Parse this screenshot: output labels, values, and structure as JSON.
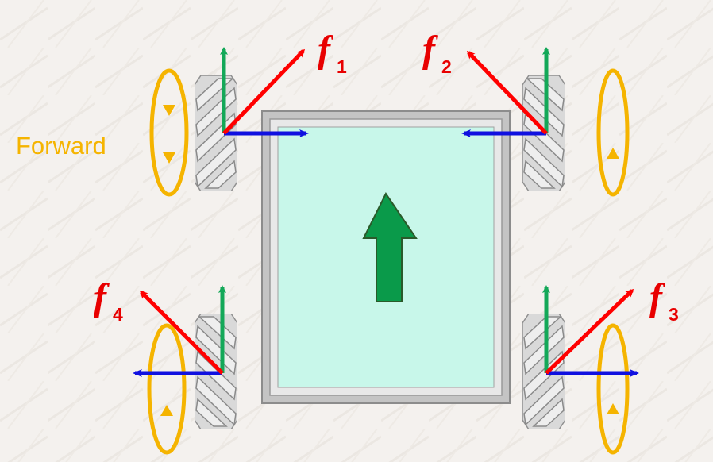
{
  "colors": {
    "background": "#f4f1ee",
    "force": "#ff0000",
    "label": "#e80000",
    "forward_arrow": "#13a858",
    "lateral_arrow": "#1010e0",
    "rotation": "#f5b400",
    "body_fill": "#c8f7ea",
    "body_frame": "#c0c0c0",
    "big_arrow": "#0a9a4a"
  },
  "rotation_label": "Forward",
  "wheels": [
    {
      "id": "1",
      "force_letter": "f",
      "force_index": "1",
      "roller_direction": "up-right",
      "lateral_direction": "right"
    },
    {
      "id": "2",
      "force_letter": "f",
      "force_index": "2",
      "roller_direction": "up-left",
      "lateral_direction": "left"
    },
    {
      "id": "3",
      "force_letter": "f",
      "force_index": "3",
      "roller_direction": "up-right",
      "lateral_direction": "right"
    },
    {
      "id": "4",
      "force_letter": "f",
      "force_index": "4",
      "roller_direction": "up-left",
      "lateral_direction": "left"
    }
  ],
  "motion": {
    "direction": "forward",
    "icon": "up-arrow-icon"
  }
}
